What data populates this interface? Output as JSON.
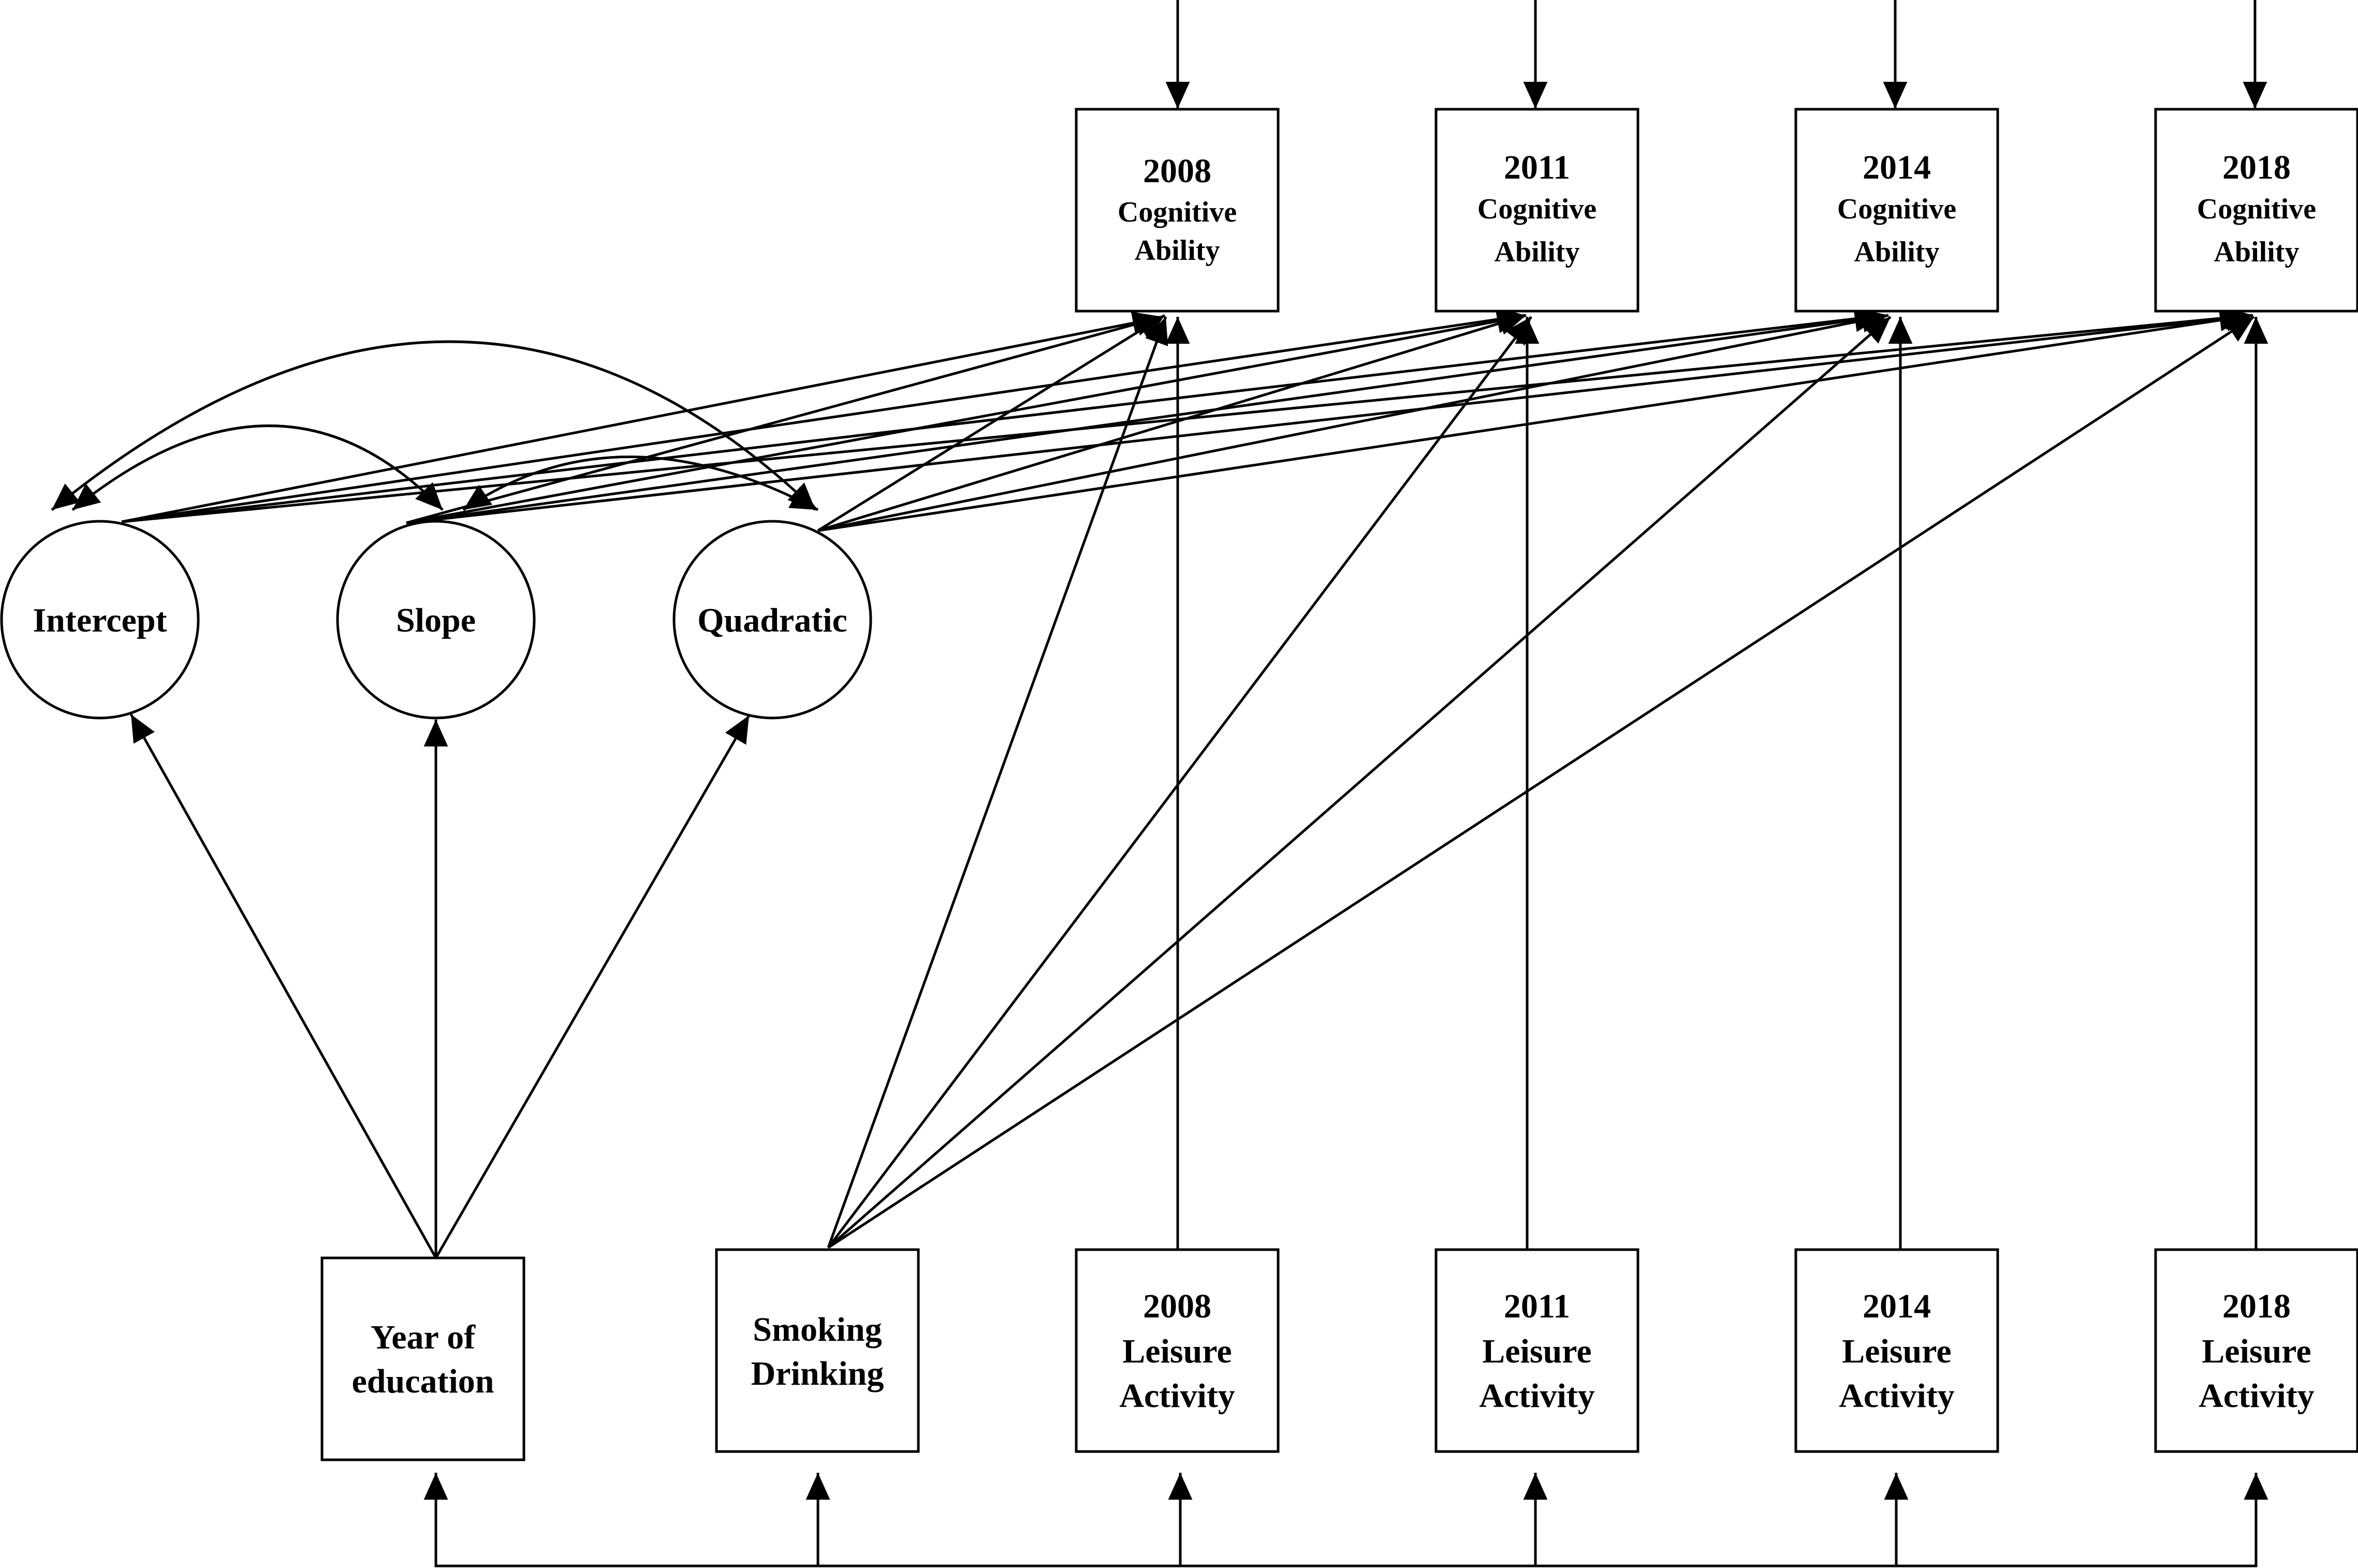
{
  "diagram": {
    "latent": {
      "intercept": "Intercept",
      "slope": "Slope",
      "quadratic": "Quadratic"
    },
    "cognitive": [
      {
        "year": "2008",
        "line1": "Cognitive",
        "line2": "Ability"
      },
      {
        "year": "2011",
        "line1": "Cognitive",
        "line2": "Ability"
      },
      {
        "year": "2014",
        "line1": "Cognitive",
        "line2": "Ability"
      },
      {
        "year": "2018",
        "line1": "Cognitive",
        "line2": "Ability"
      }
    ],
    "education": {
      "line1": "Year of",
      "line2": "education"
    },
    "smoking": {
      "line1": "Smoking",
      "line2": "Drinking"
    },
    "leisure": [
      {
        "year": "2008",
        "line1": "Leisure",
        "line2": "Activity"
      },
      {
        "year": "2011",
        "line1": "Leisure",
        "line2": "Activity"
      },
      {
        "year": "2014",
        "line1": "Leisure",
        "line2": "Activity"
      },
      {
        "year": "2018",
        "line1": "Leisure",
        "line2": "Activity"
      }
    ]
  }
}
